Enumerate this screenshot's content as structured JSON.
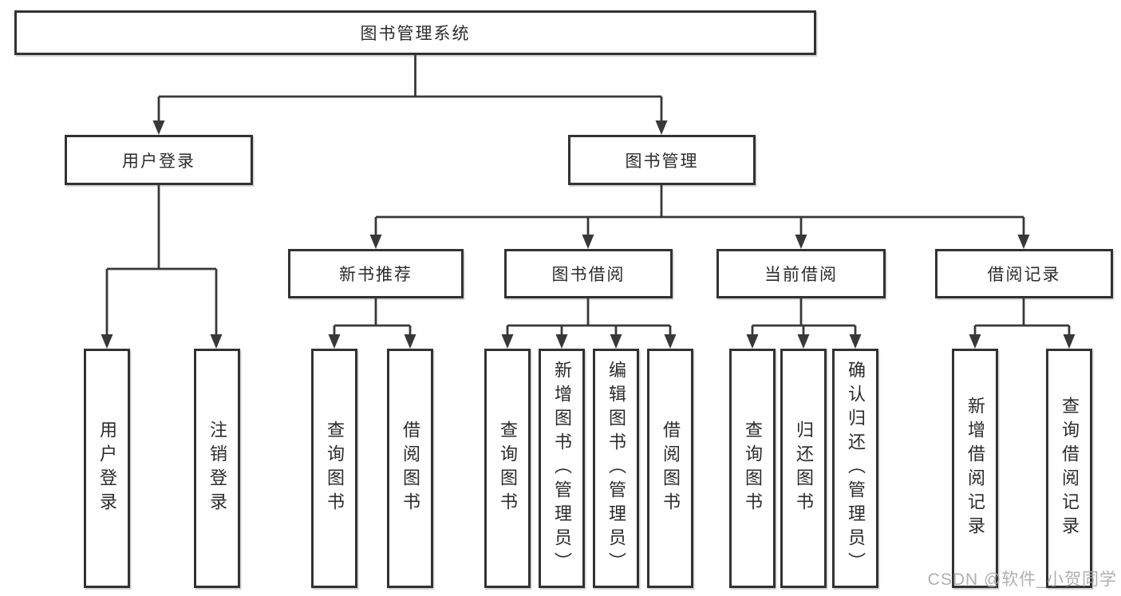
{
  "colors": {
    "line": "#383838",
    "box_border": "#323232",
    "box_fill": "#ffffff",
    "text": "#2b2b2b",
    "watermark": "#a8a8a8"
  },
  "watermark": {
    "text": "CSDN @软件_小贺同学"
  },
  "tree": {
    "root": {
      "label": "图书管理系统"
    },
    "branches": [
      {
        "label": "用户登录",
        "children": [
          {
            "label": "用户登录"
          },
          {
            "label": "注销登录"
          }
        ]
      },
      {
        "label": "图书管理",
        "children": [
          {
            "label": "新书推荐",
            "children": [
              {
                "label": "查询图书"
              },
              {
                "label": "借阅图书"
              }
            ]
          },
          {
            "label": "图书借阅",
            "children": [
              {
                "label": "查询图书"
              },
              {
                "label": "新增图书（管理员）"
              },
              {
                "label": "编辑图书（管理员）"
              },
              {
                "label": "借阅图书"
              }
            ]
          },
          {
            "label": "当前借阅",
            "children": [
              {
                "label": "查询图书"
              },
              {
                "label": "归还图书"
              },
              {
                "label": "确认归还（管理员）"
              }
            ]
          },
          {
            "label": "借阅记录",
            "children": [
              {
                "label": "新增借阅记录"
              },
              {
                "label": "查询借阅记录"
              }
            ]
          }
        ]
      }
    ]
  }
}
